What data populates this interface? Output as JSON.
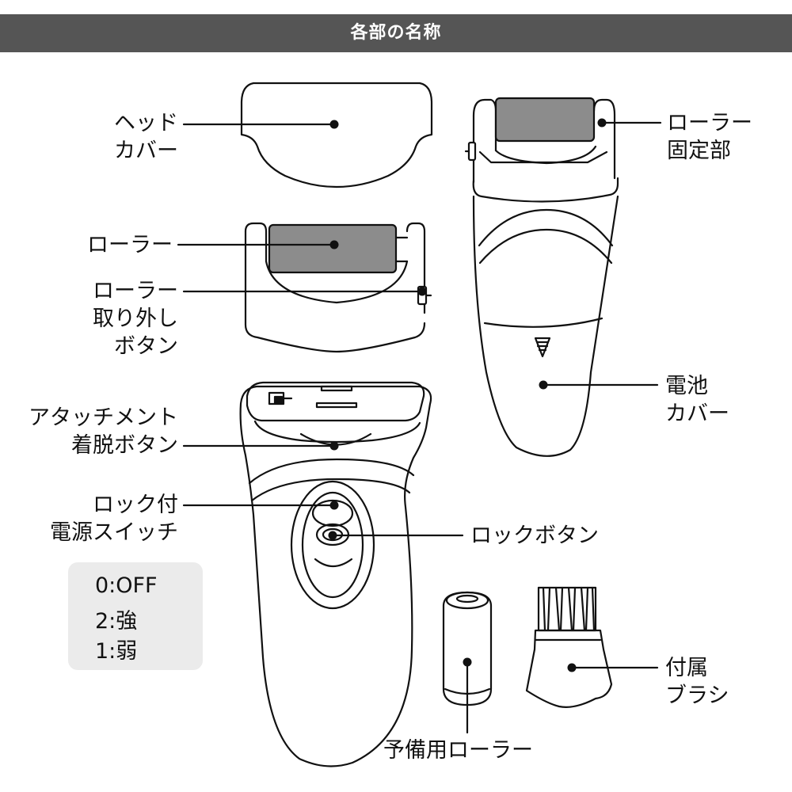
{
  "title": "各部の名称",
  "labels": {
    "head_cover": [
      "ヘッド",
      "カバー"
    ],
    "roller": [
      "ローラー"
    ],
    "roller_release": [
      "ローラー",
      "取り外し",
      "ボタン"
    ],
    "attachment_release": [
      "アタッチメント",
      "着脱ボタン"
    ],
    "power_switch": [
      "ロック付",
      "電源スイッチ"
    ],
    "roller_holder": [
      "ローラー",
      "固定部"
    ],
    "battery_cover": [
      "電池",
      "カバー"
    ],
    "lock_button": [
      "ロックボタン"
    ],
    "brush": [
      "付属",
      "ブラシ"
    ],
    "spare_roller": [
      "予備用ローラー"
    ]
  },
  "modes": [
    "0:OFF",
    "2:強",
    "1:弱"
  ],
  "colors": {
    "header_bg": "#555555",
    "roller_gray": "#8c8c8c",
    "mode_box_bg": "#ebebeb"
  }
}
